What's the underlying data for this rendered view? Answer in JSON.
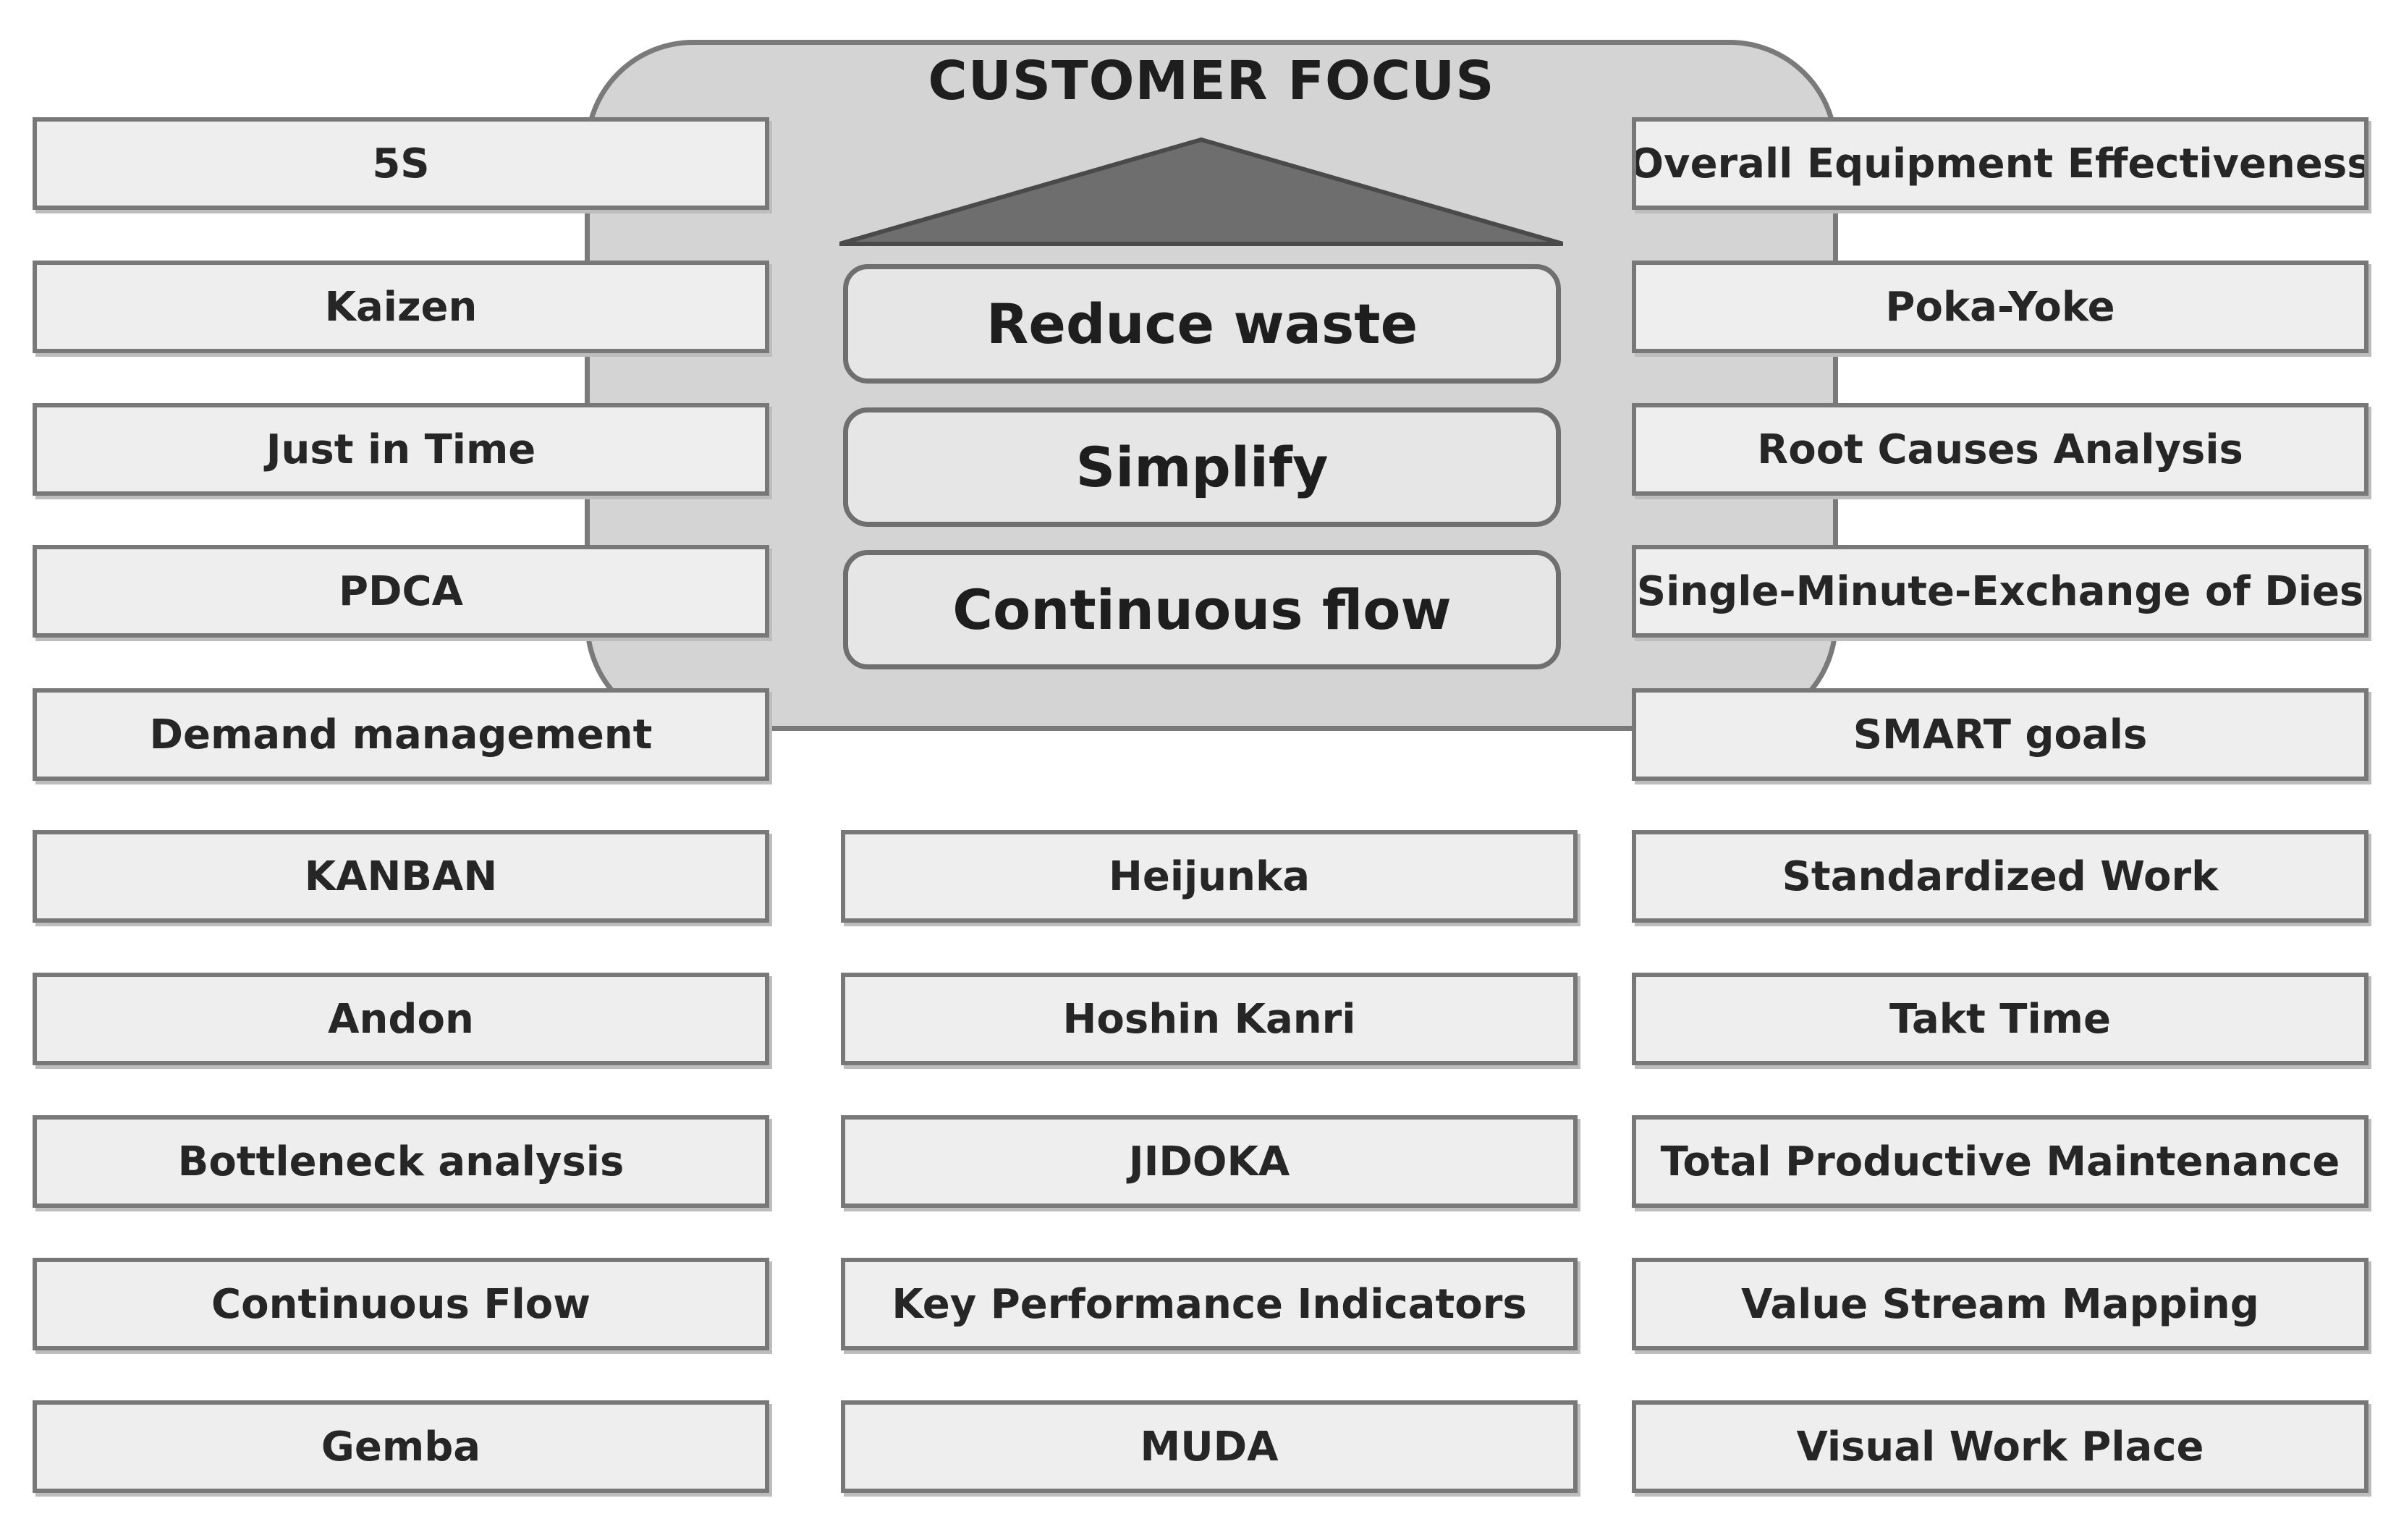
{
  "title": "CUSTOMER FOCUS",
  "principles": [
    "Reduce waste",
    "Simplify",
    "Continuous flow"
  ],
  "left_column": [
    "5S",
    "Kaizen",
    "Just in Time",
    "PDCA",
    "Demand management",
    "KANBAN",
    "Andon",
    "Bottleneck analysis",
    "Continuous Flow",
    "Gemba"
  ],
  "middle_column": [
    "Heijunka",
    "Hoshin Kanri",
    "JIDOKA",
    "Key Performance Indicators",
    "MUDA"
  ],
  "right_column": [
    "Overall Equipment Effectiveness",
    "Poka-Yoke",
    "Root Causes Analysis",
    "Single-Minute-Exchange of Dies",
    "SMART goals",
    "Standardized Work",
    "Takt Time",
    "Total Productive Maintenance",
    "Value Stream Mapping",
    "Visual Work Place"
  ],
  "colors": {
    "house_fill": "#d4d4d4",
    "roof_fill": "#6e6e6e",
    "box_fill": "#eeeeee",
    "border": "#787878"
  }
}
